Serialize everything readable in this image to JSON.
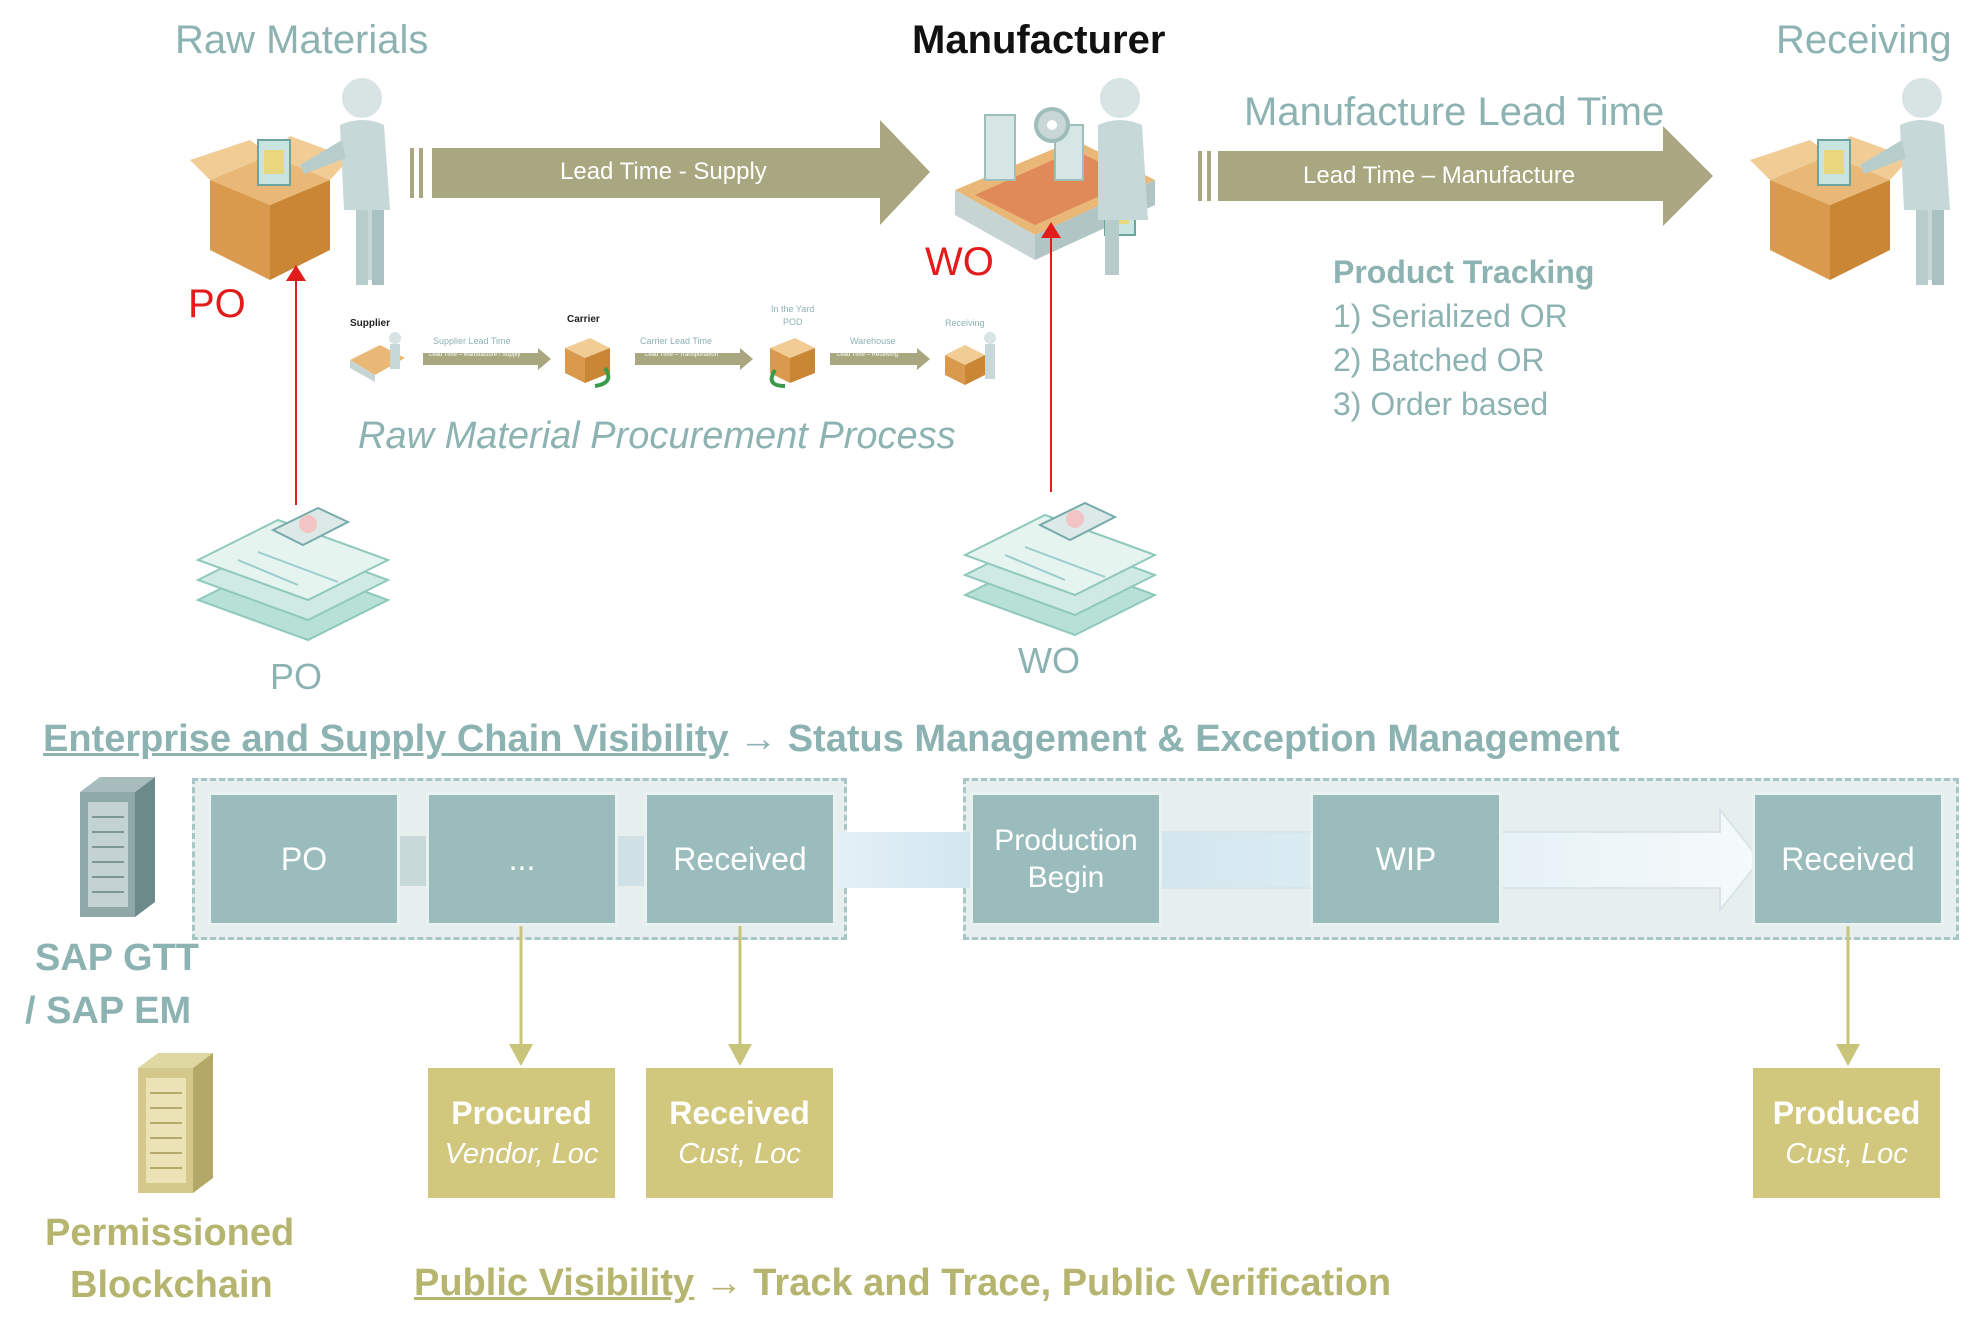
{
  "header": {
    "raw_materials": "Raw Materials",
    "manufacturer": "Manufacturer",
    "receiving": "Receiving",
    "manufacture_lead_time": "Manufacture Lead Time"
  },
  "arrows": {
    "supply": "Lead Time - Supply",
    "manufacture": "Lead Time – Manufacture"
  },
  "labels": {
    "po_red": "PO",
    "wo_red": "WO",
    "po_doc": "PO",
    "wo_doc": "WO",
    "procurement_process": "Raw Material Procurement Process"
  },
  "mini_diagram": {
    "supplier": "Supplier",
    "carrier": "Carrier",
    "in_the_yard": "In the Yard",
    "pod": "POD",
    "receiving": "Receiving",
    "supplier_lead_time": "Supplier Lead Time",
    "carrier_lead_time": "Carrier Lead Time",
    "warehouse": "Warehouse",
    "arrow1": "Lead Time – Manufacture / Supply",
    "arrow2": "Lead Time – Transportation",
    "arrow3": "Lead Time – Receiving"
  },
  "tracking": {
    "title": "Product Tracking",
    "items": [
      "1) Serialized OR",
      "2) Batched OR",
      "3) Order based"
    ]
  },
  "enterprise": {
    "heading_link": "Enterprise and Supply Chain Visibility",
    "heading_rest": "Status Management & Exception Management",
    "system_line1": "SAP GTT",
    "system_line2": "/ SAP EM"
  },
  "status_boxes": {
    "po": "PO",
    "dots": "...",
    "received1": "Received",
    "production_line1": "Production",
    "production_line2": "Begin",
    "wip": "WIP",
    "received2": "Received"
  },
  "blockchain_boxes": [
    {
      "title": "Procured",
      "sub": "Vendor, Loc"
    },
    {
      "title": "Received",
      "sub": "Cust, Loc"
    },
    {
      "title": "Produced",
      "sub": "Cust, Loc"
    }
  ],
  "public": {
    "system_line1": "Permissioned",
    "system_line2": "Blockchain",
    "heading_link": "Public Visibility",
    "heading_rest": "Track and Trace, Public Verification"
  },
  "colors": {
    "teal": "#8db2b2",
    "box_teal": "#9bbcbc",
    "olive": "#b5b56f",
    "box_yellow": "#d1c77d",
    "arrow_khaki": "#a9a77f",
    "red": "#e21b1b"
  }
}
